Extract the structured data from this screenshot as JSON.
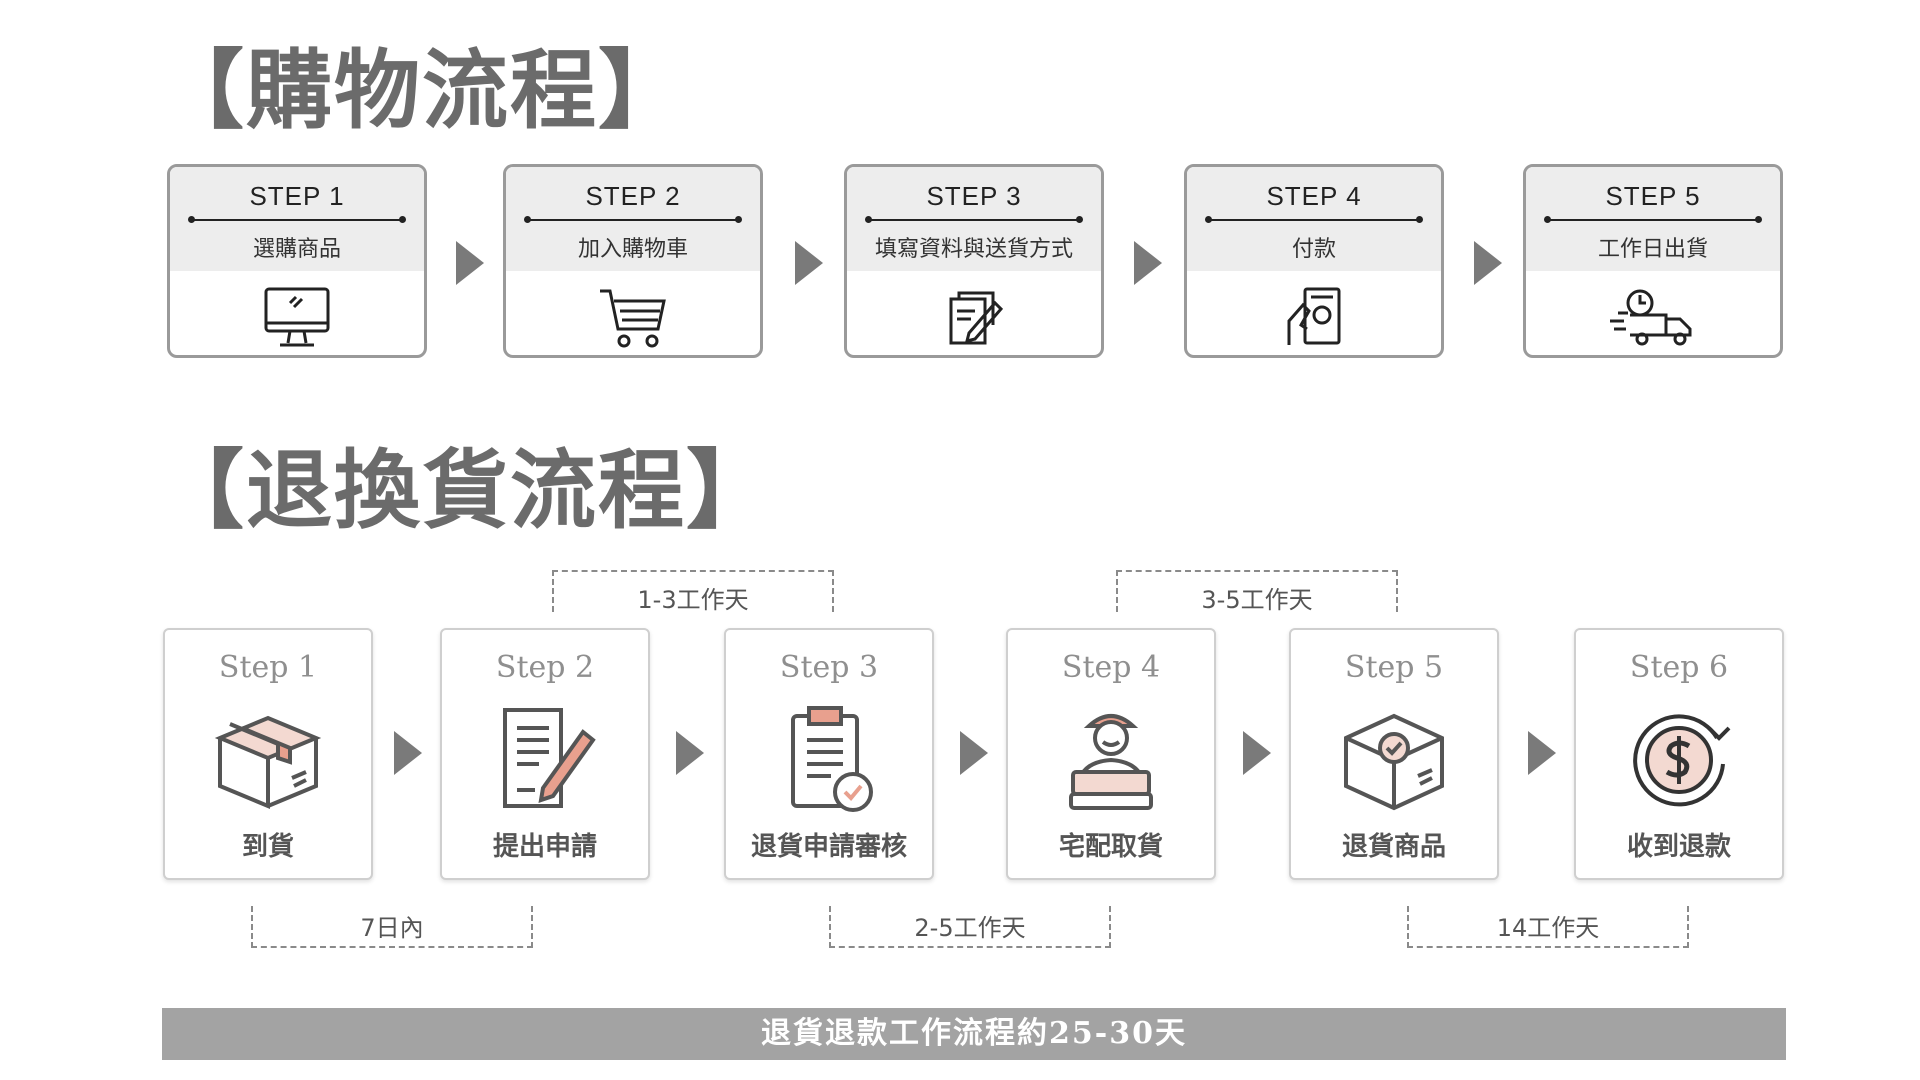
{
  "purchase": {
    "title": "【購物流程】",
    "steps": [
      {
        "step": "STEP 1",
        "name": "選購商品",
        "icon": "monitor-icon"
      },
      {
        "step": "STEP 2",
        "name": "加入購物車",
        "icon": "shopping-cart-icon"
      },
      {
        "step": "STEP 3",
        "name": "填寫資料與送貨方式",
        "icon": "document-edit-icon"
      },
      {
        "step": "STEP 4",
        "name": "付款",
        "icon": "payment-hand-icon"
      },
      {
        "step": "STEP 5",
        "name": "工作日出貨",
        "icon": "delivery-truck-icon"
      }
    ]
  },
  "returns": {
    "title": "【退換貨流程】",
    "steps": [
      {
        "step": "Step 1",
        "name": "到貨",
        "icon": "package-box-icon"
      },
      {
        "step": "Step 2",
        "name": "提出申請",
        "icon": "document-pen-icon"
      },
      {
        "step": "Step 3",
        "name": "退貨申請審核",
        "icon": "clipboard-check-icon"
      },
      {
        "step": "Step 4",
        "name": "宅配取貨",
        "icon": "courier-person-icon"
      },
      {
        "step": "Step 5",
        "name": "退貨商品",
        "icon": "box-check-icon"
      },
      {
        "step": "Step 6",
        "name": "收到退款",
        "icon": "refund-dollar-icon"
      }
    ],
    "durations_top": [
      "1-3工作天",
      "3-5工作天"
    ],
    "durations_bottom": [
      "7日內",
      "2-5工作天",
      "14工作天"
    ],
    "summary": "退貨退款工作流程約25-30天"
  },
  "colors": {
    "title": "#6b6b6b",
    "accent": "#e8a08e",
    "bar": "#a3a3a3"
  }
}
